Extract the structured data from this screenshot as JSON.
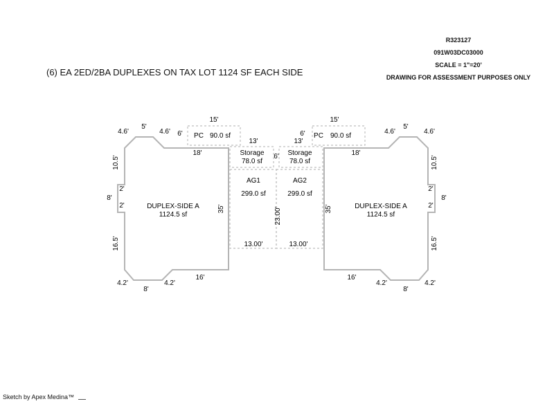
{
  "title": "(6) EA 2ED/2BA DUPLEXES ON TAX LOT 1124 SF EACH SIDE",
  "header": {
    "record": "R323127",
    "parcel": "091W03DC03000",
    "scale": "SCALE = 1\"=20'",
    "disclaimer": "DRAWING FOR ASSESSMENT PURPOSES ONLY"
  },
  "footer": {
    "credit": "Sketch by Apex Medina™"
  },
  "sketch": {
    "left": {
      "unit_name": "DUPLEX-SIDE A",
      "unit_area": "1124.5 sf",
      "porch_label": "PC",
      "porch_area": "90.0 sf",
      "porch_width": "15'",
      "storage_label": "Storage",
      "storage_area": "78.0 sf",
      "storage_width": "13'",
      "garage_label": "AG1",
      "garage_area": "299.0 sf",
      "garage_width": "13.00'",
      "dim_chamfer_tl": "4.6'",
      "dim_top": "5'",
      "dim_chamfer_tr": "4.6'",
      "dim_top_seg": "6'",
      "dim_top_wall": "18'",
      "dim_side_upper": "10.5'",
      "dim_bump_top": "2'",
      "dim_bump_side": "8'",
      "dim_bump_bottom": "2'",
      "dim_side_lower": "16.5'",
      "dim_inner": "35'",
      "dim_chamfer_bl": "4.2'",
      "dim_bottom": "8'",
      "dim_chamfer_br": "4.2'",
      "dim_bottom_wall": "16'"
    },
    "right": {
      "unit_name": "DUPLEX-SIDE A",
      "unit_area": "1124.5 sf",
      "porch_label": "PC",
      "porch_area": "90.0 sf",
      "porch_width": "15'",
      "storage_label": "Storage",
      "storage_area": "78.0 sf",
      "storage_width": "13'",
      "garage_label": "AG2",
      "garage_area": "299.0 sf",
      "garage_width": "13.00'",
      "dim_chamfer_tl": "4.6'",
      "dim_top": "5'",
      "dim_chamfer_tr": "4.6'",
      "dim_top_seg": "6'",
      "dim_top_wall": "18'",
      "dim_side_upper": "10.5'",
      "dim_bump_top": "2'",
      "dim_bump_side": "8'",
      "dim_bump_bottom": "2'",
      "dim_side_lower": "16.5'",
      "dim_inner": "35'",
      "dim_chamfer_bl": "4.2'",
      "dim_bottom": "8'",
      "dim_chamfer_br": "4.2'",
      "dim_bottom_wall": "16'"
    },
    "center": {
      "storage_height": "6'",
      "garage_depth": "23.00'"
    }
  }
}
